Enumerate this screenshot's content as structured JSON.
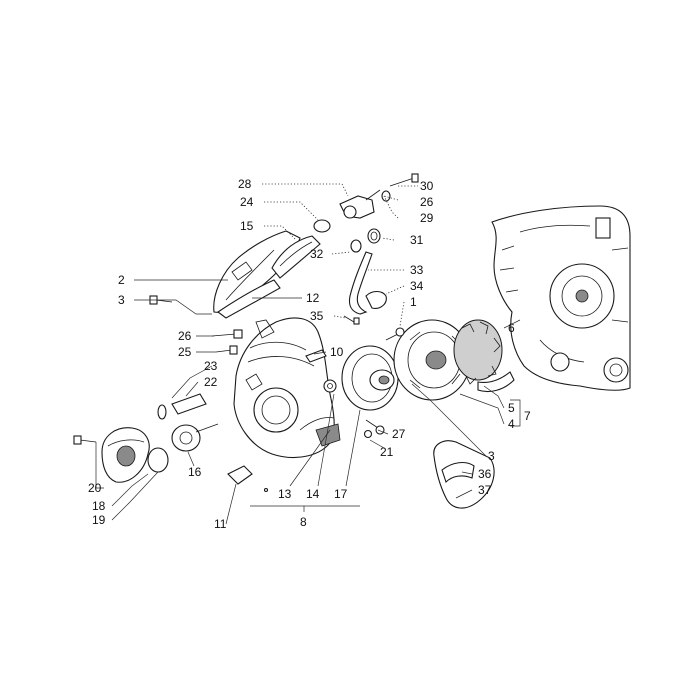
{
  "diagram": {
    "callouts": {
      "c1": "1",
      "c2": "2",
      "c3a": "3",
      "c3b": "3",
      "c4": "4",
      "c5": "5",
      "c6": "6",
      "c7": "7",
      "c8": "8",
      "c10": "10",
      "c11": "11",
      "c12": "12",
      "c13": "13",
      "c14": "14",
      "c15": "15",
      "c16": "16",
      "c17": "17",
      "c18": "18",
      "c19": "19",
      "c20": "20",
      "c21": "21",
      "c22": "22",
      "c23": "23",
      "c24": "24",
      "c25": "25",
      "c26a": "26",
      "c26b": "26",
      "c27": "27",
      "c28": "28",
      "c29": "29",
      "c30": "30",
      "c31": "31",
      "c32": "32",
      "c33": "33",
      "c34": "34",
      "c35": "35",
      "c36": "36",
      "c37": "37"
    }
  }
}
